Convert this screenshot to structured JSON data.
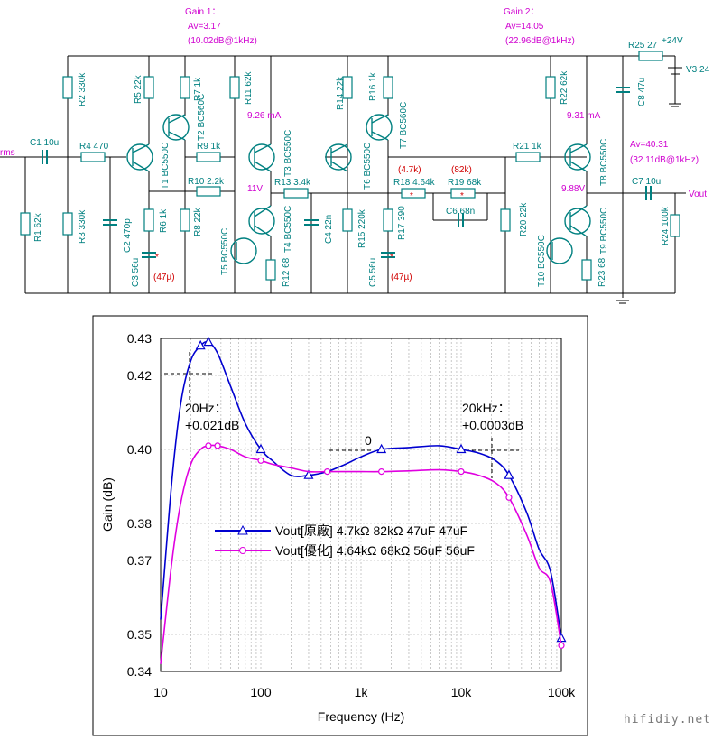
{
  "schematic": {
    "stage1_gain": [
      "Gain 1：",
      "Av=3.17",
      "(10.02dB@1kHz)"
    ],
    "stage2_gain": [
      "Gain 2：",
      "Av=14.05",
      "(22.96dB@1kHz)"
    ],
    "total_gain": [
      "Av=40.31",
      "(32.11dB@1kHz)"
    ],
    "input_label": "rms",
    "output_label": "Vout",
    "supply": {
      "resistor": "R25 27",
      "voltage": "+24V",
      "source": "V3 24"
    },
    "measurements": {
      "i_stage1": "9.26 mA",
      "i_stage2": "9.31 mA",
      "v_stage1": "11V",
      "v_stage2": "9.88V"
    },
    "red_values": {
      "c3_orig": "(47µ)",
      "c5_orig": "(47µ)",
      "r18_orig": "(4.7k)",
      "r19_orig": "(82k)"
    },
    "components": {
      "C1": "C1 10u",
      "R4": "R4 470",
      "R1": "R1 62k",
      "R2": "R2 330k",
      "R3": "R3 330k",
      "C2": "C2 470p",
      "R5": "R5 22k",
      "R7": "R7 1k",
      "T2": "T2 BC560C",
      "T1": "T1 BC550C",
      "R6": "R6 1k",
      "C3": "C3 56u",
      "R11": "R11 62k",
      "R9": "R9 1k",
      "R10": "R10 2.2k",
      "R8": "R8 22k",
      "T3": "T3 BC550C",
      "T4": "T4 BC550C",
      "T5": "T5 BC550C",
      "R12": "R12 68",
      "R13": "R13 3.4k",
      "C4": "C4 22n",
      "R14": "R14 22k",
      "R16": "R16 1k",
      "T7": "T7 BC560C",
      "T6": "T6 BC550C",
      "R15": "R15 220k",
      "R17": "R17 390",
      "C5": "C5 56u",
      "R18": "R18 4.64k",
      "R19": "R19 68k",
      "C6": "C6 68n",
      "R22": "R22 62k",
      "R21": "R21 1k",
      "R20": "R20 22k",
      "T8": "T8 BC550C",
      "T9": "T9 BC550C",
      "T10": "T10 BC550C",
      "R23": "R23 68",
      "C8": "C8 47u",
      "C7": "C7 10u",
      "R24": "R24 100k"
    }
  },
  "chart_data": {
    "type": "line",
    "xlabel": "Frequency (Hz)",
    "ylabel": "Gain (dB)",
    "x_scale": "log",
    "xlim": [
      10,
      100000
    ],
    "ylim": [
      0.34,
      0.43
    ],
    "x_ticks": [
      "10",
      "100",
      "1k",
      "10k",
      "100k"
    ],
    "y_ticks": [
      "0.43",
      "0.42",
      "0.40",
      "0.38",
      "0.37",
      "0.35",
      "0.34"
    ],
    "grid": true,
    "legend_position": "center-left",
    "annotations": [
      "20Hz：",
      "+0.021dB",
      "0",
      "20kHz：",
      "+0.0003dB"
    ],
    "series": [
      {
        "name": "Vout[原廠]  4.7kΩ   82kΩ 47uF 47uF",
        "color": "#0000d0",
        "marker": "triangle",
        "x": [
          10,
          13,
          16,
          20,
          25,
          30,
          37,
          50,
          70,
          100,
          130,
          200,
          300,
          460,
          700,
          1000,
          1600,
          3000,
          6000,
          10000,
          15000,
          22000,
          30000,
          45000,
          60000,
          78000,
          100000
        ],
        "y": [
          0.354,
          0.392,
          0.413,
          0.424,
          0.428,
          0.429,
          0.426,
          0.417,
          0.407,
          0.4,
          0.397,
          0.393,
          0.393,
          0.394,
          0.396,
          0.398,
          0.4,
          0.4005,
          0.401,
          0.4,
          0.399,
          0.397,
          0.393,
          0.383,
          0.373,
          0.367,
          0.349
        ]
      },
      {
        "name": "Vout[優化]  4.64kΩ 68kΩ 56uF 56uF",
        "color": "#e000e0",
        "marker": "circle",
        "x": [
          10,
          13,
          16,
          20,
          25,
          30,
          37,
          50,
          70,
          100,
          130,
          200,
          300,
          460,
          700,
          1000,
          1600,
          3000,
          6000,
          10000,
          15000,
          22000,
          30000,
          45000,
          60000,
          78000,
          100000
        ],
        "y": [
          0.342,
          0.37,
          0.386,
          0.396,
          0.4,
          0.401,
          0.401,
          0.4,
          0.398,
          0.397,
          0.396,
          0.395,
          0.394,
          0.394,
          0.394,
          0.394,
          0.394,
          0.3942,
          0.3945,
          0.394,
          0.393,
          0.391,
          0.387,
          0.377,
          0.368,
          0.364,
          0.347
        ]
      }
    ]
  },
  "watermark": "hifidiy.net"
}
